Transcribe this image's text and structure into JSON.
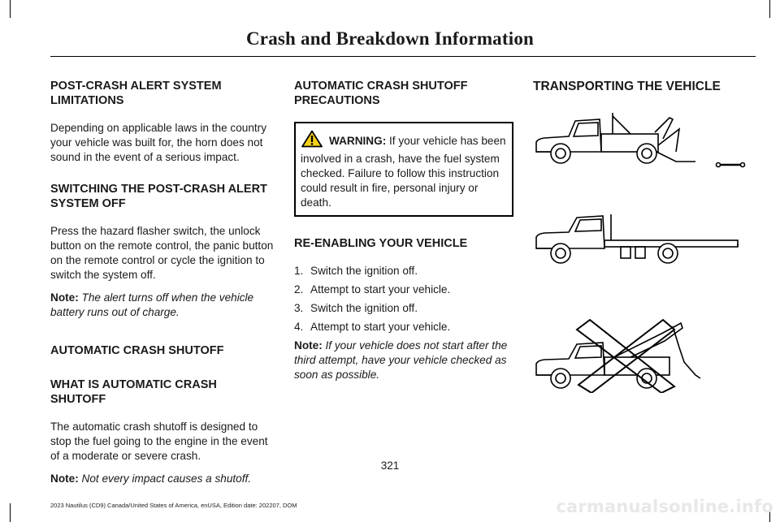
{
  "header": {
    "title": "Crash and Breakdown Information"
  },
  "col1": {
    "h1": "POST-CRASH ALERT SYSTEM LIMITATIONS",
    "p1": "Depending on applicable laws in the country your vehicle was built for, the horn does not sound in the event of a serious impact.",
    "h2": "SWITCHING THE POST-CRASH ALERT SYSTEM OFF",
    "p2": "Press the hazard flasher switch, the unlock button on the remote control, the panic button on the remote control or cycle the ignition to switch the system off.",
    "note1_label": "Note:",
    "note1_text": "The alert turns off when the vehicle battery runs out of charge.",
    "h3": "AUTOMATIC CRASH SHUTOFF",
    "h4": "WHAT IS AUTOMATIC CRASH SHUTOFF",
    "p3": "The automatic crash shutoff is designed to stop the fuel going to the engine in the event of a moderate or severe crash.",
    "note2_label": "Note:",
    "note2_text": "Not every impact causes a shutoff."
  },
  "col2": {
    "h1": "AUTOMATIC CRASH SHUTOFF PRECAUTIONS",
    "warning_label": "WARNING:",
    "warning_text": "If your vehicle has been involved in a crash, have the fuel system checked. Failure to follow this instruction could result in fire, personal injury or death.",
    "h2": "RE-ENABLING YOUR VEHICLE",
    "steps": [
      {
        "num": "1.",
        "text": "Switch the ignition off."
      },
      {
        "num": "2.",
        "text": "Attempt to start your vehicle."
      },
      {
        "num": "3.",
        "text": "Switch the ignition off."
      },
      {
        "num": "4.",
        "text": "Attempt to start your vehicle."
      }
    ],
    "note_label": "Note:",
    "note_text": "If your vehicle does not start after the third attempt, have your vehicle checked as soon as possible."
  },
  "col3": {
    "h1": "TRANSPORTING THE VEHICLE",
    "illustrations": [
      "wheel-lift-tow-truck-icon",
      "flatbed-tow-truck-icon",
      "sling-tow-truck-crossed-icon"
    ]
  },
  "footer": {
    "page_number": "321",
    "edition": "2023 Nautilus (CD9) Canada/United States of America, enUSA, Edition date: 202207, DOM"
  },
  "watermark": "carmanualsonline.info"
}
